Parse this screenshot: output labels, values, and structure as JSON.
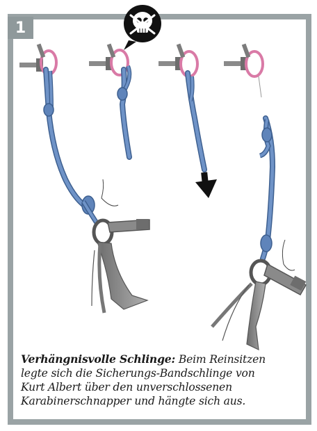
{
  "panel": {
    "number": "1",
    "skull_icon": "skull-icon",
    "arrow_icon": "arrow-down-icon",
    "colors": {
      "frame": "#9aa3a5",
      "sling": "#6f93c7",
      "sling_edge": "#3d5f8f",
      "carabiner": "#d97aa6",
      "bolt": "#7c7c7c",
      "harness": "#8a8a8a"
    }
  },
  "caption": {
    "lead": "Verhängnisvolle Schlinge:",
    "line1": "Beim Reinsitzen",
    "line2": "legte sich die Sicherungs-Bandschlinge von",
    "line3": "Kurt Albert über den unverschlossenen",
    "line4": "Karabinerschnapper und hängte sich aus."
  }
}
